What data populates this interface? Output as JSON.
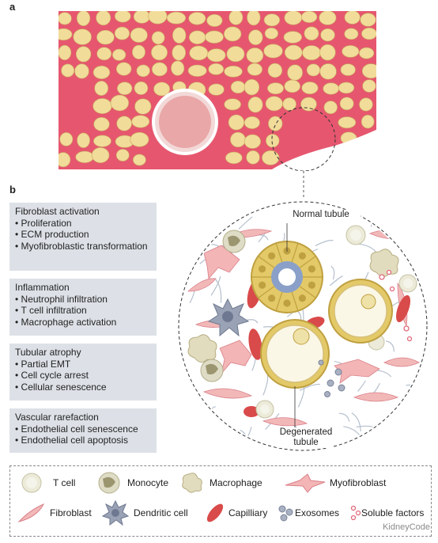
{
  "panels": {
    "a_label": "a",
    "b_label": "b"
  },
  "boxes": [
    {
      "title": "Fibroblast activation",
      "items": [
        "Proliferation",
        "ECM production",
        "Myofibroblastic transformation"
      ]
    },
    {
      "title": "Inflammation",
      "items": [
        "Neutrophil infiltration",
        "T cell infiltration",
        "Macrophage activation"
      ]
    },
    {
      "title": "Tubular atrophy",
      "items": [
        "Partial EMT",
        "Cell cycle arrest",
        "Cellular senescence"
      ]
    },
    {
      "title": "Vascular rarefaction",
      "items": [
        "Endothelial cell senescence",
        "Endothelial cell apoptosis"
      ]
    }
  ],
  "callouts": {
    "normal": "Normal tubule",
    "degenerated": "Degenerated tubule"
  },
  "legend": [
    {
      "icon": "t-cell-icon",
      "label": "T cell"
    },
    {
      "icon": "monocyte-icon",
      "label": "Monocyte"
    },
    {
      "icon": "macrophage-icon",
      "label": "Macrophage"
    },
    {
      "icon": "myofibroblast-icon",
      "label": "Myofibroblast"
    },
    {
      "icon": "fibroblast-icon",
      "label": "Fibroblast"
    },
    {
      "icon": "dendritic-cell-icon",
      "label": "Dendritic cell"
    },
    {
      "icon": "capillary-icon",
      "label": "Capilliary"
    },
    {
      "icon": "exosomes-icon",
      "label": "Exosomes"
    },
    {
      "icon": "soluble-factors-icon",
      "label": "Soluble factors"
    }
  ],
  "watermark": "KidneyCode",
  "colors": {
    "stain_red": "#d9435f",
    "tubule_yellow": "#f3e7a8",
    "box_gray": "#dde1e7",
    "capillary_red": "#d94a4a",
    "fibroblast_pink": "#f2b8b8"
  }
}
